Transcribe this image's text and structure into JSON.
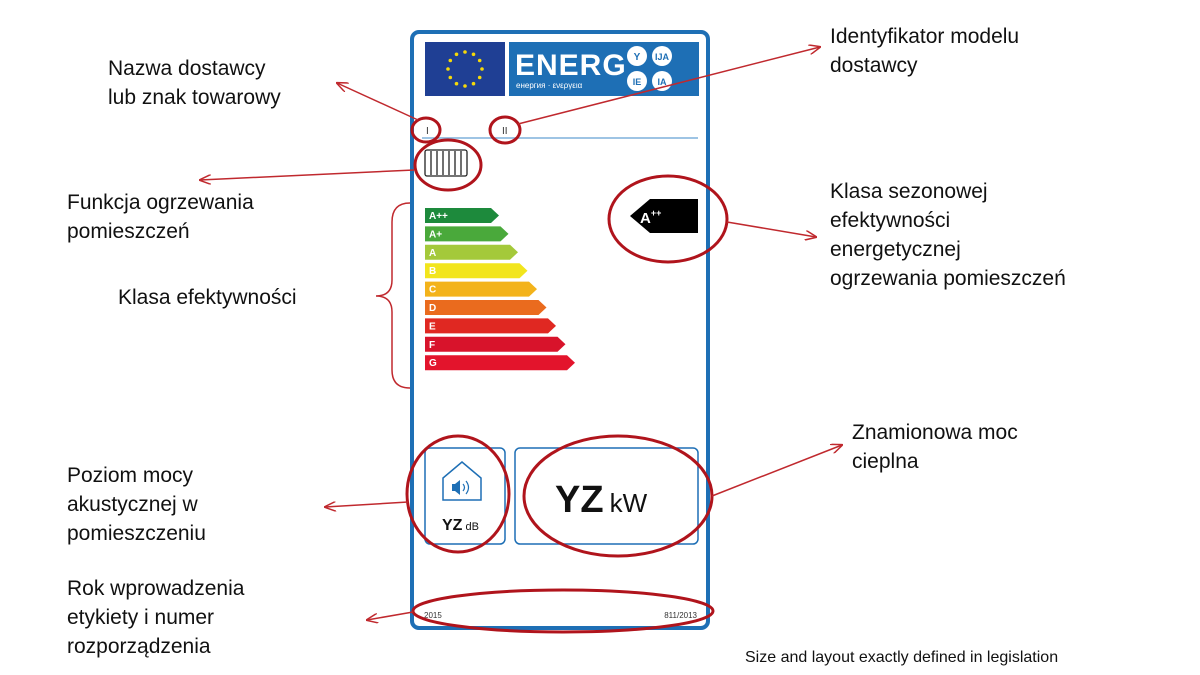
{
  "annotations": {
    "supplier_name": "Nazwa dostawcy\nlub znak towarowy",
    "model_id": "Identyfikator modelu\ndostawcy",
    "heating_function": "Funkcja ogrzewania\npomieszczeń",
    "seasonal_class": "Klasa sezonowej\nefektywności\nenergetycznej\nogrzewania pomieszczeń",
    "efficiency_class": "Klasa efektywności",
    "rated_output": "Znamionowa moc\ncieplna",
    "sound_power": "Poziom mocy\nakustycznej w\npomieszczeniu",
    "year_regulation": "Rok wprowadzenia\netykiety i numer\nrozporządzenia"
  },
  "footnote": "Size and layout exactly defined in legislation",
  "energy_label": {
    "header_text": "ENERG",
    "header_sub": "енергия · ενεργεια",
    "lang_codes": [
      "Y",
      "IJA",
      "IE",
      "IA"
    ],
    "field_i": "I",
    "field_ii": "II",
    "scale": [
      {
        "label": "A++",
        "color": "#1d8a3c"
      },
      {
        "label": "A+",
        "color": "#4aa93b"
      },
      {
        "label": "A",
        "color": "#a4c93a"
      },
      {
        "label": "B",
        "color": "#f2e51d"
      },
      {
        "label": "C",
        "color": "#f3b31b"
      },
      {
        "label": "D",
        "color": "#ea6b1e"
      },
      {
        "label": "E",
        "color": "#e02822"
      },
      {
        "label": "F",
        "color": "#d8132b"
      },
      {
        "label": "G",
        "color": "#e3142c"
      }
    ],
    "class_arrow_base": "A",
    "class_arrow_sup": "++",
    "sound_value": "YZ",
    "sound_unit": "dB",
    "power_value": "YZ",
    "power_unit": "kW",
    "year": "2015",
    "regulation": "811/2013"
  },
  "colors": {
    "frame_blue": "#1e6fb5",
    "flag_blue": "#1f3f94",
    "star_yellow": "#f5d90a",
    "highlight_red": "#b0141c",
    "arrow_red": "#c0292e"
  }
}
